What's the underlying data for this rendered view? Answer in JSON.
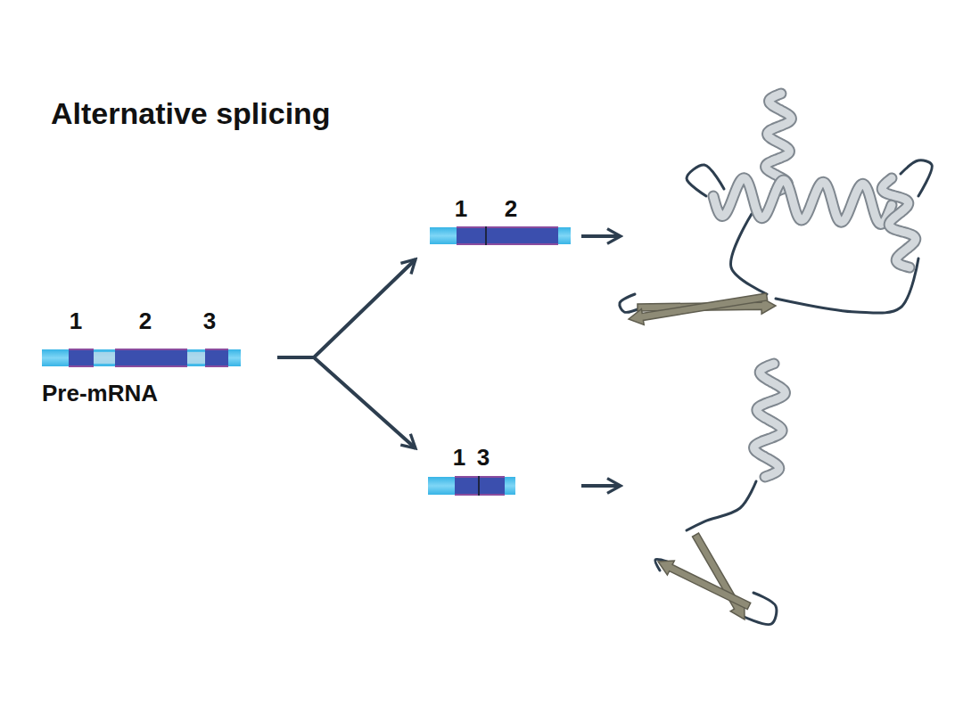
{
  "diagram": {
    "title": "Alternative splicing",
    "nodes": [
      {
        "text": [
          "1",
          "2",
          "3",
          "Pre-mRNA"
        ]
      },
      {
        "text": [
          "1",
          "2"
        ]
      },
      {
        "text": [
          "1",
          "3"
        ]
      }
    ],
    "edges": [
      {
        "from": 0,
        "to": 1,
        "arrow": "to"
      },
      {
        "from": 0,
        "to": 2,
        "arrow": "to"
      }
    ]
  }
}
